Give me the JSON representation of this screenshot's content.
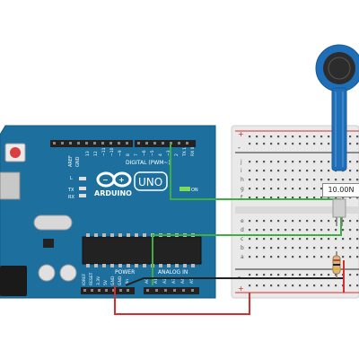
{
  "board": {
    "brand": "ARDUINO",
    "model": "UNO",
    "digital_label": "DIGITAL (PWM~)",
    "power_label": "POWER",
    "analog_label": "ANALOG IN",
    "on_label": "ON",
    "tx_label": "TX",
    "rx_label": "RX",
    "l_label": "L",
    "aref_label": "AREF",
    "gnd_label": "GND",
    "digital_pins": [
      "13",
      "12",
      "~11",
      "~10",
      "~9",
      "8",
      "7",
      "~6",
      "~5",
      "4",
      "~3",
      "2",
      "TX 1",
      "RX 0"
    ],
    "power_pins": [
      "IOREF",
      "RESET",
      "3.3V",
      "5V",
      "GND",
      "GND",
      "Vin"
    ],
    "analog_pins": [
      "A0",
      "A1",
      "A2",
      "A3",
      "A4",
      "A5"
    ]
  },
  "sensor": {
    "readout": "10.00N"
  },
  "breadboard": {
    "row_letters_top": [
      "j",
      "i",
      "h",
      "g",
      "f"
    ],
    "row_letters_bottom": [
      "e",
      "d",
      "c",
      "b",
      "a"
    ],
    "rail_plus": "+",
    "rail_minus": "-"
  },
  "colors": {
    "board_blue": "#1d6f9e",
    "wire_green": "#3cb043",
    "wire_red": "#d32f2f",
    "wire_black": "#222222",
    "fsr_blue": "#1e6fb8"
  }
}
